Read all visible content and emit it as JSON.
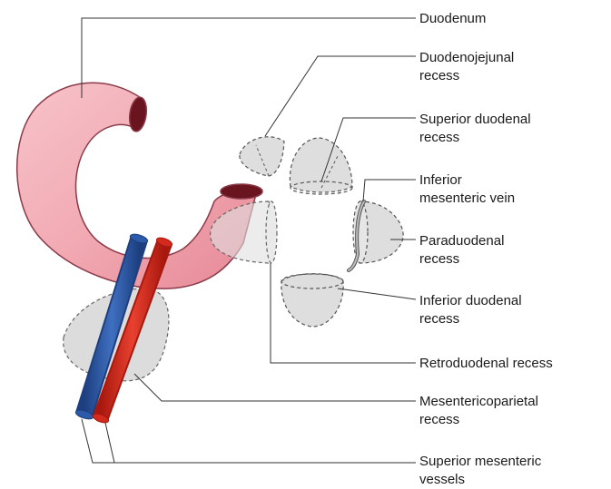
{
  "labels": {
    "duodenum": [
      "Duodenum"
    ],
    "duodenojejunal": [
      "Duodenojejunal",
      "recess"
    ],
    "superior_duodenal": [
      "Superior duodenal",
      "recess"
    ],
    "inferior_mesenteric_vein": [
      "Inferior",
      "mesenteric vein"
    ],
    "paraduodenal": [
      "Paraduodenal",
      "recess"
    ],
    "inferior_duodenal": [
      "Inferior duodenal",
      "recess"
    ],
    "retroduodenal": [
      "Retroduodenal recess"
    ],
    "mesentericoparietal": [
      "Mesentericoparietal",
      "recess"
    ],
    "superior_mesenteric_vessels": [
      "Superior mesenteric",
      "vessels"
    ]
  },
  "colors": {
    "duodenum_fill": "#f2aab3",
    "duodenum_stroke": "#8a3a48",
    "lumen": "#6a1420",
    "recess_fill": "#dedede",
    "recess_stroke": "#555555",
    "artery": "#d42a1e",
    "vein": "#2d5aa8",
    "leader_line": "#333333"
  }
}
